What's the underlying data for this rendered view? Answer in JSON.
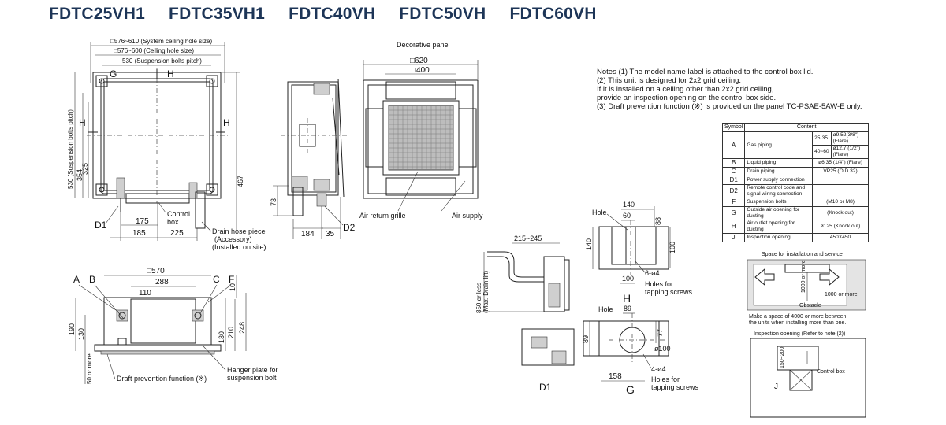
{
  "title": {
    "models": [
      "FDTC25VH1",
      "FDTC35VH1",
      "FDTC40VH",
      "FDTC50VH",
      "FDTC60VH"
    ],
    "color": "#1d3557"
  },
  "top_view": {
    "dim_system_ceiling_hole": "□576~610 (System ceiling hole size)",
    "dim_ceiling_hole": "□576~600 (Ceiling hole size)",
    "dim_suspension_pitch": "530 (Suspension bolts pitch)",
    "left_pitch": "530 (Suspension bolts pitch)",
    "dim_354": "354",
    "dim_325": "325",
    "dim_467": "467",
    "dim_175": "175",
    "dim_185": "185",
    "dim_225": "225",
    "label_g": "G",
    "label_h_top": "H",
    "label_h_left": "H",
    "label_h_right": "H",
    "label_d1": "D1",
    "control_box": [
      "Control",
      "box"
    ],
    "drain_hose": [
      "Drain hose piece",
      "(Accessory)",
      "(Installed on site)"
    ]
  },
  "side_view": {
    "dim_73": "73",
    "dim_184": "184",
    "dim_35": "35",
    "label_d2": "D2"
  },
  "panel_view": {
    "title": "Decorative panel",
    "dim_620": "□620",
    "dim_400": "□400",
    "air_return": "Air return grille",
    "air_supply": "Air supply"
  },
  "front_view": {
    "dim_570": "□570",
    "dim_288": "288",
    "dim_110": "110",
    "dim_190": "190",
    "dim_130_left": "130",
    "dim_10": "10",
    "dim_210": "210",
    "dim_248": "248",
    "dim_130_right": "130",
    "dim_50": "50 or more",
    "label_a": "A",
    "label_b": "B",
    "label_c": "C",
    "label_f": "F",
    "draft": "Draft prevention function (※)",
    "hanger": [
      "Hanger plate for",
      "suspension bolt"
    ]
  },
  "drain_view": {
    "dim_215": "215~245",
    "dim_850": [
      "850 or less",
      "(Max. Drain lift)"
    ],
    "label_d1": "D1"
  },
  "h_view": {
    "hole": "Hole",
    "dim_140_top": "140",
    "dim_60": "60",
    "dim_88": "88",
    "dim_140_left": "140",
    "dim_100_right": "100",
    "dim_100_bottom": "100",
    "screws_count": "6-ø4",
    "screws": [
      "Holes for",
      "tapping screws"
    ],
    "label": "H"
  },
  "g_view": {
    "hole": "Hole",
    "dim_89_top": "89",
    "dim_89_left": "89",
    "dim_77": "77",
    "dim_d100": "ø100",
    "dim_158": "158",
    "screws_count": "4-ø4",
    "screws": [
      "Holes for",
      "tapping screws"
    ],
    "label": "G"
  },
  "notes": [
    "Notes  (1) The model name label is attached to the control box lid.",
    "          (2) This unit is designed for 2x2 grid ceiling.",
    "                If it is installed on a ceiling other than 2x2 grid ceiling,",
    "                provide an inspection opening on the control box side.",
    "          (3) Draft prevention function (※) is provided on the panel TC-PSAE-5AW-E only."
  ],
  "table": {
    "header_symbol": "Symbol",
    "header_content": "Content",
    "a_name": "Gas piping",
    "a1_size": "25·35",
    "a1_val": "ø9.52(3/8\")(Flare)",
    "a2_size": "40~60",
    "a2_val": "ø12.7 (1/2\") (Flare)",
    "rows": [
      {
        "sym": "B",
        "name": "Liquid piping",
        "val": "ø6.35 (1/4\") (Flare)"
      },
      {
        "sym": "C",
        "name": "Drain piping",
        "val": "VP25 (O.D.32)"
      },
      {
        "sym": "D1",
        "name": "Power supply connection",
        "val": ""
      },
      {
        "sym": "D2",
        "name": "Remote control code and signal wiring connection",
        "val": ""
      },
      {
        "sym": "F",
        "name": "Suspension bolts",
        "val": "(M10 or M8)"
      },
      {
        "sym": "G",
        "name": "Outside air opening for ducting",
        "val": "(Knock out)"
      },
      {
        "sym": "H",
        "name": "Air outlet opening for ducting",
        "val": "ø125 (Knock out)"
      },
      {
        "sym": "J",
        "name": "Inspection opening",
        "val": "450X450"
      }
    ]
  },
  "space": {
    "title": "Space for installation and service",
    "dim_1000_a": "1000 or more",
    "dim_1000_b": "1000 or more",
    "obstacle": "Obstacle",
    "caption": [
      "Make a space of 4000 or more between",
      "the units when installing more than one."
    ]
  },
  "inspection": {
    "title": "Inspection opening (Refer to note (2))",
    "dim": "150~200",
    "control_box": "Control box",
    "label_j": "J"
  }
}
